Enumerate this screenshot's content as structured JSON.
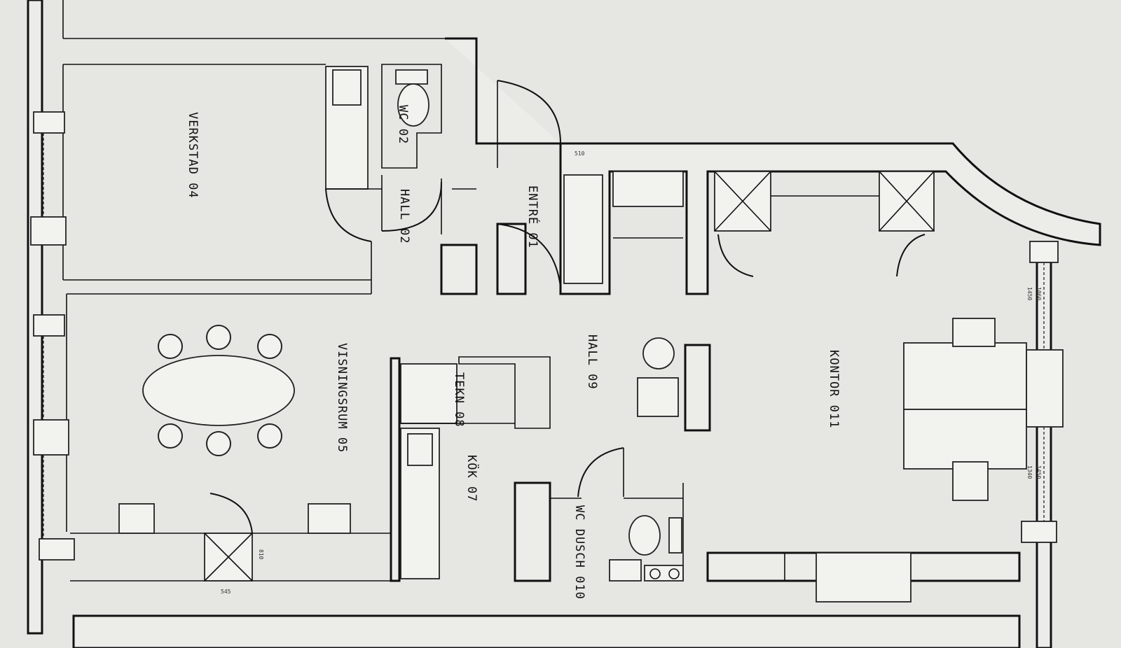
{
  "rooms": {
    "verkstad": "VERKSTAD 04",
    "wc02": "WC 02",
    "hall02": "HALL 02",
    "entre": "ENTRÉ 01",
    "visningsrum": "VISNINGSRUM 05",
    "tekn": "TEKN 08",
    "kok": "KÖK 07",
    "hall09": "HALL 09",
    "wcdusch": "WC DUSCH 010",
    "kontor": "KONTOR 011"
  },
  "dimensions": {
    "d510": "510",
    "d1450": "1450",
    "d1450b": "1450",
    "d1060": "1060",
    "d1340": "1340",
    "d545": "545",
    "d810": "810"
  },
  "colors": {
    "paper": "#e6e6e3",
    "ink": "#111111"
  }
}
